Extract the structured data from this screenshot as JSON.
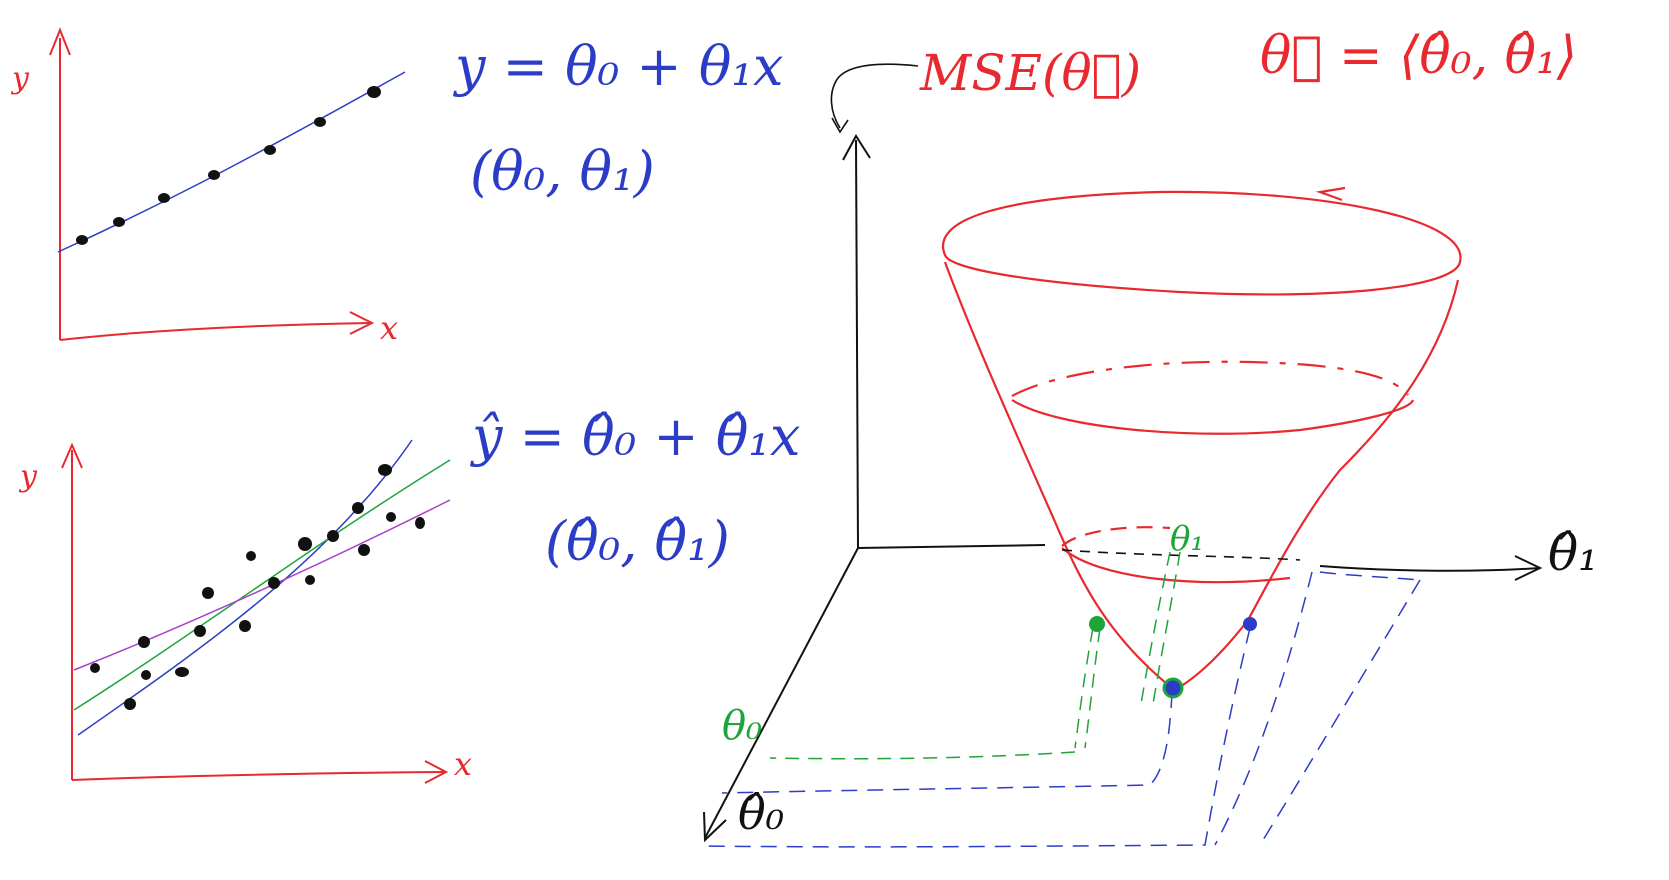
{
  "colors": {
    "axis_red": "#e8292f",
    "ink_blue": "#2b3dc6",
    "ink_green": "#1fa43a",
    "ink_black": "#111111",
    "ink_purple": "#a640c8"
  },
  "top_plot": {
    "axis_y": "y",
    "axis_x": "x",
    "equation": "y = θ₀ + θ₁x",
    "params": "(θ₀, θ₁)"
  },
  "bottom_plot": {
    "axis_y": "y",
    "axis_x": "x",
    "equation": "ŷ = θ̂₀ + θ̂₁x",
    "params": "(θ̂₀, θ̂₁)"
  },
  "surface": {
    "vertical_label": "MSE(θ⃗)",
    "vector_def": "θ⃗ = ⟨θ̂₀, θ̂₁⟩",
    "axis_theta1": "θ̂₁",
    "axis_theta0": "θ̂₀",
    "green_theta1": "θ₁",
    "green_theta0": "θ₀"
  }
}
